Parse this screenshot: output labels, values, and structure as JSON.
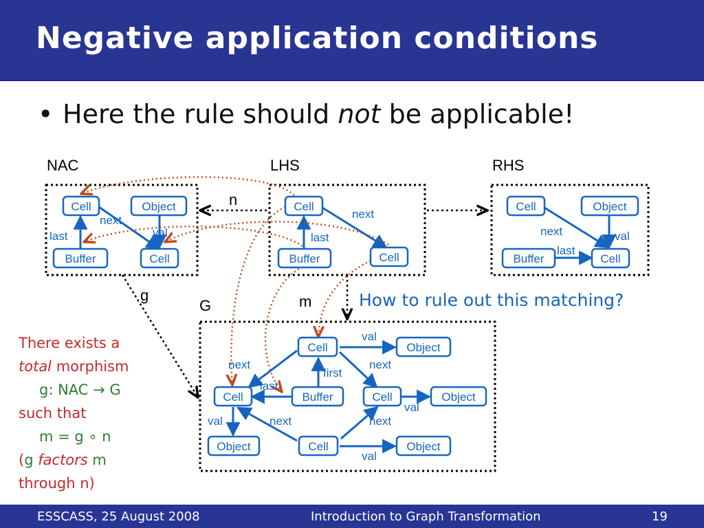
{
  "title": "Negative application conditions",
  "bullet": {
    "before": "Here the rule should ",
    "emph": "not",
    "after": " be applicable!"
  },
  "labels": {
    "nac": "NAC",
    "lhs": "LHS",
    "rhs": "RHS",
    "g_graph": "G",
    "n": "n",
    "g": "g",
    "m": "m"
  },
  "question": "How to rule out this matching?",
  "left_text": {
    "line1": "There exists a",
    "total": "total",
    "morphism": " morphism",
    "g_map": "g: NAC → G",
    "such_that": "such that",
    "eq": "m = g ∘ n",
    "open_paren": "(",
    "g": "g",
    "factors": " factors",
    "m": " m",
    "through": "through n)"
  },
  "nodes": {
    "nac": [
      "Cell",
      "Object",
      "Buffer",
      "Cell"
    ],
    "lhs": [
      "Cell",
      "Buffer",
      "Cell"
    ],
    "rhs": [
      "Cell",
      "Object",
      "Buffer",
      "Cell"
    ],
    "g": [
      "Cell",
      "Object",
      "Cell",
      "Buffer",
      "Cell",
      "Object",
      "Object",
      "Cell",
      "Object"
    ]
  },
  "edges": {
    "nac": [
      "next",
      "val",
      "last"
    ],
    "lhs": [
      "next",
      "last"
    ],
    "rhs": [
      "next",
      "val",
      "last"
    ],
    "g": [
      "val",
      "next",
      "next",
      "first",
      "last",
      "val",
      "val",
      "next",
      "next",
      "val"
    ]
  },
  "footer": {
    "left": "ESSCASS, 25 August 2008",
    "center": "Introduction to Graph Transformation",
    "page": "19"
  },
  "colors": {
    "header": "#283593",
    "node": "#1565c0",
    "mapping": "#bf4a1d",
    "red_text": "#c62828",
    "green_text": "#2e7d32"
  }
}
